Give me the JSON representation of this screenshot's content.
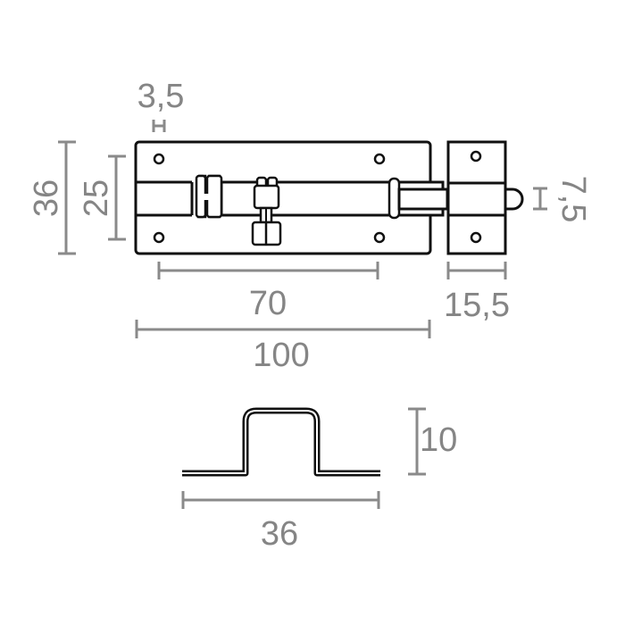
{
  "drawing": {
    "subject": "tower bolt technical drawing",
    "colors": {
      "outline": "#111111",
      "dimension": "#8a8a8a",
      "background": "#ffffff"
    },
    "dimensions": {
      "pin_diameter": "3,5",
      "plate_height": "36",
      "bolt_channel_height": "25",
      "hole_spacing": "70",
      "plate_length": "100",
      "keeper_width": "15,5",
      "bolt_diameter": "7,5",
      "keeper_profile_height": "10",
      "keeper_profile_width": "36"
    },
    "views": [
      {
        "name": "front-view",
        "description": "bolt plate with sliding bolt and keeper"
      },
      {
        "name": "keeper-profile",
        "description": "side profile of keeper staple"
      }
    ]
  }
}
